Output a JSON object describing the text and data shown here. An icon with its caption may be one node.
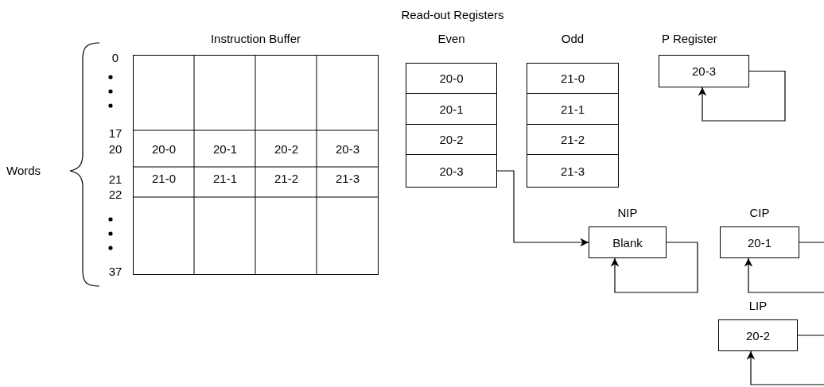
{
  "diagram": {
    "nodes": [
      {
        "text": [
          "Instruction Buffer"
        ]
      },
      {
        "text": [
          "Even"
        ]
      },
      {
        "text": [
          "20-0"
        ],
        "in": 1
      },
      {
        "text": [
          "20-1"
        ],
        "in": 1
      },
      {
        "text": [
          "20-2"
        ],
        "in": 1
      },
      {
        "text": [
          "20-3"
        ],
        "in": 1
      },
      {
        "text": [
          "Odd"
        ]
      },
      {
        "text": [
          "21-0"
        ],
        "in": 6
      },
      {
        "text": [
          "21-1"
        ],
        "in": 6
      },
      {
        "text": [
          "21-2"
        ],
        "in": 6
      },
      {
        "text": [
          "21-3"
        ],
        "in": 6
      },
      {
        "text": [
          "P Register",
          "20-3"
        ]
      },
      {
        "text": [
          "NIP",
          "Blank"
        ]
      },
      {
        "text": [
          "CIP",
          "20-1"
        ]
      },
      {
        "text": [
          "LIP",
          "20-2"
        ]
      }
    ],
    "edges": [
      {
        "from": 5,
        "to": 12,
        "arrow": "to"
      },
      {
        "from": 11,
        "to": 11,
        "arrow": "to"
      },
      {
        "from": 12,
        "to": 12,
        "arrow": "to"
      },
      {
        "from": 13,
        "to": 13,
        "arrow": "to"
      },
      {
        "from": 14,
        "to": 14,
        "arrow": "to"
      }
    ],
    "labels": [
      "Read-out Registers",
      "Words",
      "0",
      "17",
      "20",
      "21",
      "22",
      "37",
      "20-0",
      "20-1",
      "20-2",
      "20-3",
      "21-0",
      "21-1",
      "21-2",
      "21-3"
    ]
  }
}
